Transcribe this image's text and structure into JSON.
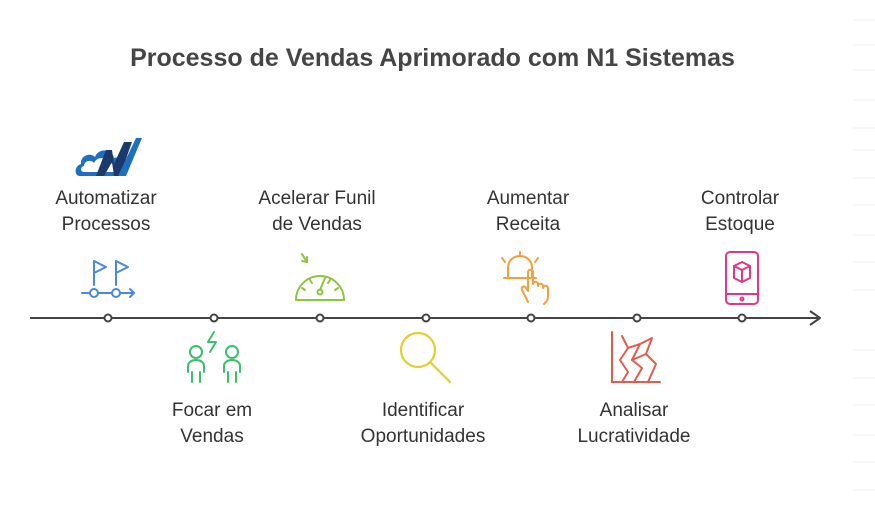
{
  "title": "Processo de Vendas Aprimorado com N1 Sistemas",
  "colors": {
    "blue": "#4a86e8",
    "green": "#3cbf6b",
    "lime": "#8cc63f",
    "yellow": "#e3cf2a",
    "orange": "#f0a03c",
    "red": "#e25c4e",
    "pink": "#e0368c",
    "logo_blue": "#1f6fc1",
    "logo_dark": "#1b3a6b",
    "axis": "#444444"
  },
  "steps": [
    {
      "line1": "Automatizar",
      "line2": "Processos",
      "icon": "flags-route-icon"
    },
    {
      "line1": "Focar em",
      "line2": "Vendas",
      "icon": "people-lightning-icon"
    },
    {
      "line1": "Acelerar Funil",
      "line2": "de Vendas",
      "icon": "speedometer-icon"
    },
    {
      "line1": "Identificar",
      "line2": "Oportunidades",
      "icon": "magnifier-icon"
    },
    {
      "line1": "Aumentar",
      "line2": "Receita",
      "icon": "bell-hand-icon"
    },
    {
      "line1": "Analisar",
      "line2": "Lucratividade",
      "icon": "broken-chart-icon"
    },
    {
      "line1": "Controlar",
      "line2": "Estoque",
      "icon": "phone-box-icon"
    }
  ]
}
